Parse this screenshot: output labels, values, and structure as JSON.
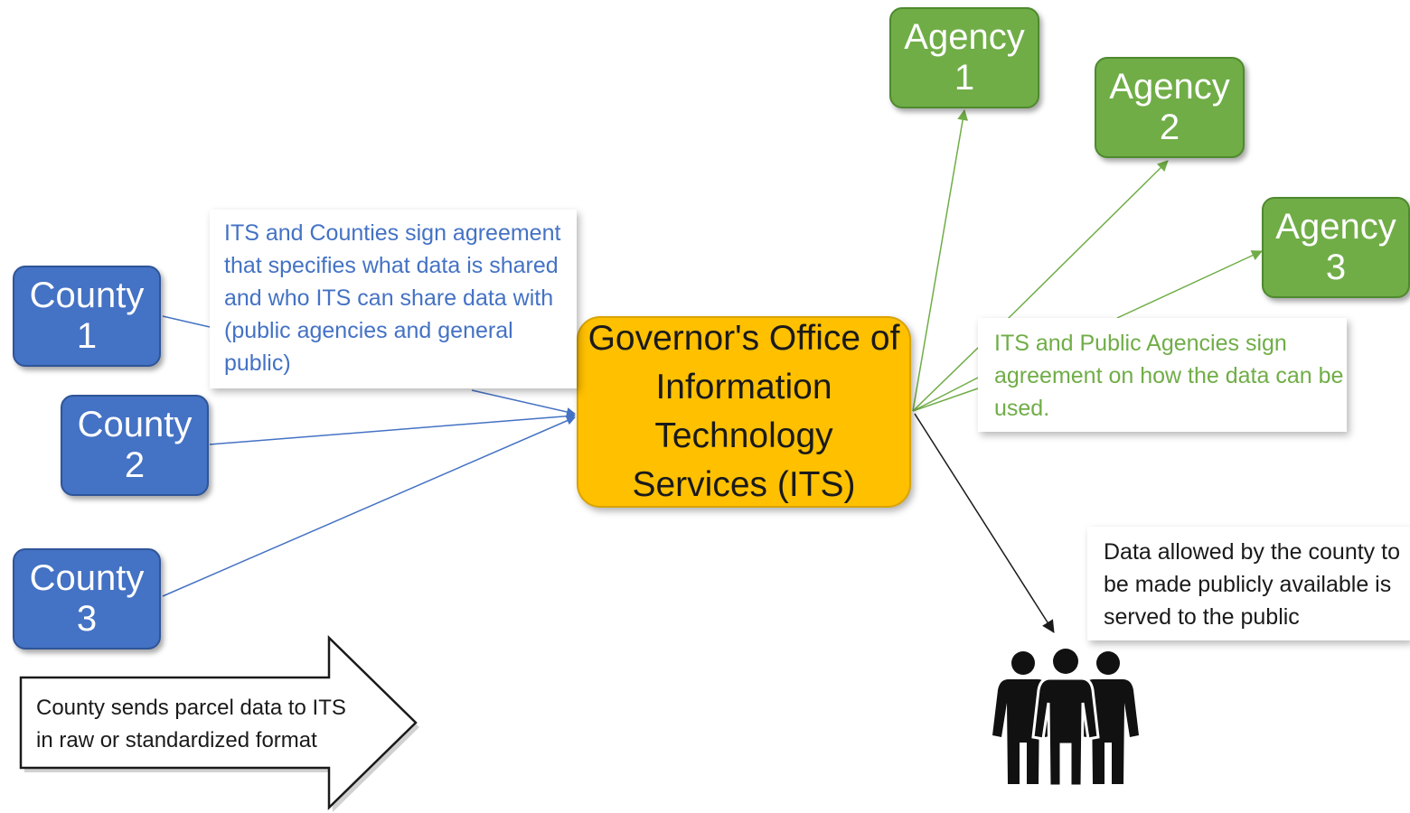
{
  "counties": [
    {
      "line1": "County",
      "line2": "1"
    },
    {
      "line1": "County",
      "line2": "2"
    },
    {
      "line1": "County",
      "line2": "3"
    }
  ],
  "agencies": [
    {
      "line1": "Agency",
      "line2": "1"
    },
    {
      "line1": "Agency",
      "line2": "2"
    },
    {
      "line1": "Agency",
      "line2": "3"
    }
  ],
  "its": {
    "lines": [
      "Governor's Office of",
      "Information",
      "Technology",
      "Services (ITS)"
    ]
  },
  "notes": {
    "county_agreement": {
      "lines": [
        "ITS and Counties sign agreement",
        "that specifies what data is shared",
        "and who ITS can share data with",
        "(public agencies and general",
        "public)"
      ]
    },
    "agency_agreement": {
      "lines": [
        "ITS and Public Agencies sign",
        "agreement on how the data can be",
        "used."
      ]
    },
    "public_data": {
      "lines": [
        "Data allowed by the county to",
        "be made publicly available is",
        "served to the public"
      ]
    }
  },
  "flow_arrow": {
    "lines": [
      "County sends parcel data to ITS",
      "in raw or standardized format"
    ]
  },
  "icons": {
    "public": "people-group-icon"
  },
  "colors": {
    "county": "#4472c4",
    "agency": "#70ad47",
    "its": "#ffc000",
    "county_note_text": "#4472c4",
    "agency_note_text": "#70ad47"
  }
}
